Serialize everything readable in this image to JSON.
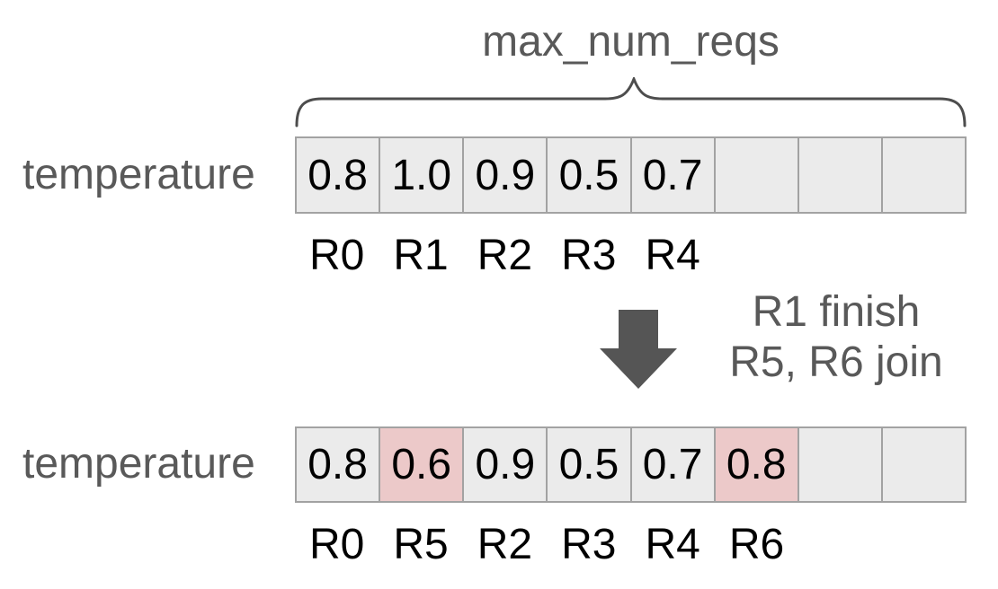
{
  "diagram": {
    "title": "max_num_reqs",
    "before": {
      "label": "temperature",
      "cells": [
        "0.8",
        "1.0",
        "0.9",
        "0.5",
        "0.7",
        "",
        "",
        ""
      ],
      "highlights": [
        false,
        false,
        false,
        false,
        false,
        false,
        false,
        false
      ],
      "request_labels": [
        "R0",
        "R1",
        "R2",
        "R3",
        "R4",
        "",
        "",
        ""
      ]
    },
    "transition": {
      "line1": "R1 finish",
      "line2": "R5, R6 join"
    },
    "after": {
      "label": "temperature",
      "cells": [
        "0.8",
        "0.6",
        "0.9",
        "0.5",
        "0.7",
        "0.8",
        "",
        ""
      ],
      "highlights": [
        false,
        true,
        false,
        false,
        false,
        true,
        false,
        false
      ],
      "request_labels": [
        "R0",
        "R5",
        "R2",
        "R3",
        "R4",
        "R6",
        "",
        ""
      ]
    },
    "icons": {
      "brace": "curly-brace-icon",
      "arrow": "down-arrow-icon"
    },
    "colors": {
      "background": "#ffffff",
      "cell_fill": "#ebebeb",
      "cell_highlight_fill": "#ecc9c9",
      "cell_border": "#a2a2a2",
      "muted_text": "#595959",
      "value_text": "#000000",
      "arrow": "#555555",
      "brace": "#4d4d4d"
    }
  }
}
